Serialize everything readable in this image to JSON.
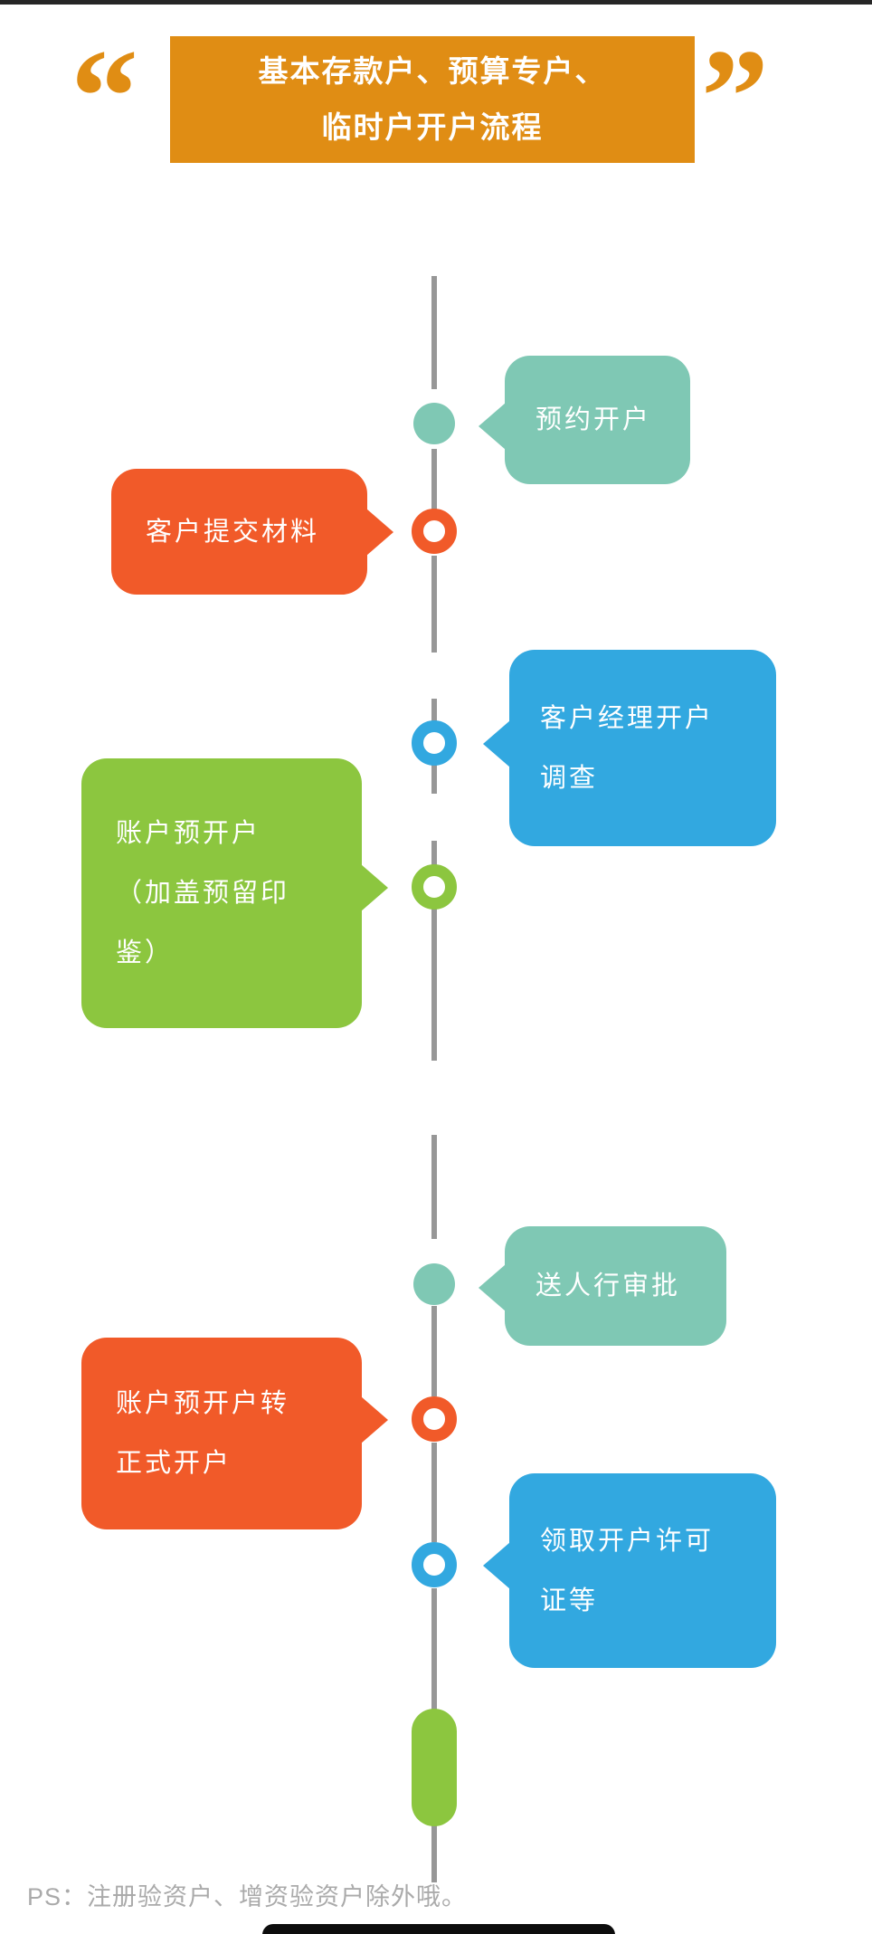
{
  "colors": {
    "orange_header": "#e08d14",
    "teal": "#7fc8b4",
    "orange": "#f15a29",
    "blue": "#32a8e0",
    "green": "#8cc63f",
    "axis_gray": "#979797",
    "footer_gray": "#aaaaaa",
    "white": "#ffffff"
  },
  "header": {
    "quote_open": "“",
    "quote_close": "”",
    "title_lines": [
      "基本存款户、预算专户、",
      "临时户开户流程"
    ]
  },
  "timeline": {
    "steps": [
      {
        "id": "step-1",
        "node": "filled-circle",
        "node_color": "#7fc8b4",
        "side": "right",
        "bubble_color": "#7fc8b4",
        "lines": [
          "预约开户"
        ]
      },
      {
        "id": "step-2",
        "node": "ring-circle",
        "node_color": "#f15a29",
        "side": "left",
        "bubble_color": "#f15a29",
        "lines": [
          "客户提交材料"
        ]
      },
      {
        "id": "step-3",
        "node": "ring-circle",
        "node_color": "#32a8e0",
        "side": "right",
        "bubble_color": "#32a8e0",
        "lines": [
          "客户经理开户",
          "调查"
        ]
      },
      {
        "id": "step-4",
        "node": "ring-circle",
        "node_color": "#8cc63f",
        "side": "left",
        "bubble_color": "#8cc63f",
        "lines": [
          "账户预开户",
          "（加盖预留印",
          "鉴）"
        ]
      },
      {
        "id": "step-5",
        "node": "filled-circle",
        "node_color": "#7fc8b4",
        "side": "right",
        "bubble_color": "#7fc8b4",
        "lines": [
          "送人行审批"
        ]
      },
      {
        "id": "step-6",
        "node": "ring-circle",
        "node_color": "#f15a29",
        "side": "left",
        "bubble_color": "#f15a29",
        "lines": [
          "账户预开户转",
          "正式开户"
        ]
      },
      {
        "id": "step-7",
        "node": "ring-circle",
        "node_color": "#32a8e0",
        "side": "right",
        "bubble_color": "#32a8e0",
        "lines": [
          "领取开户许可",
          "证等"
        ]
      },
      {
        "id": "step-8",
        "node": "pill",
        "node_color": "#8cc63f",
        "side": "none",
        "bubble_color": "",
        "lines": []
      }
    ]
  },
  "footer": {
    "note": "PS：注册验资户、增资验资户除外哦。"
  }
}
